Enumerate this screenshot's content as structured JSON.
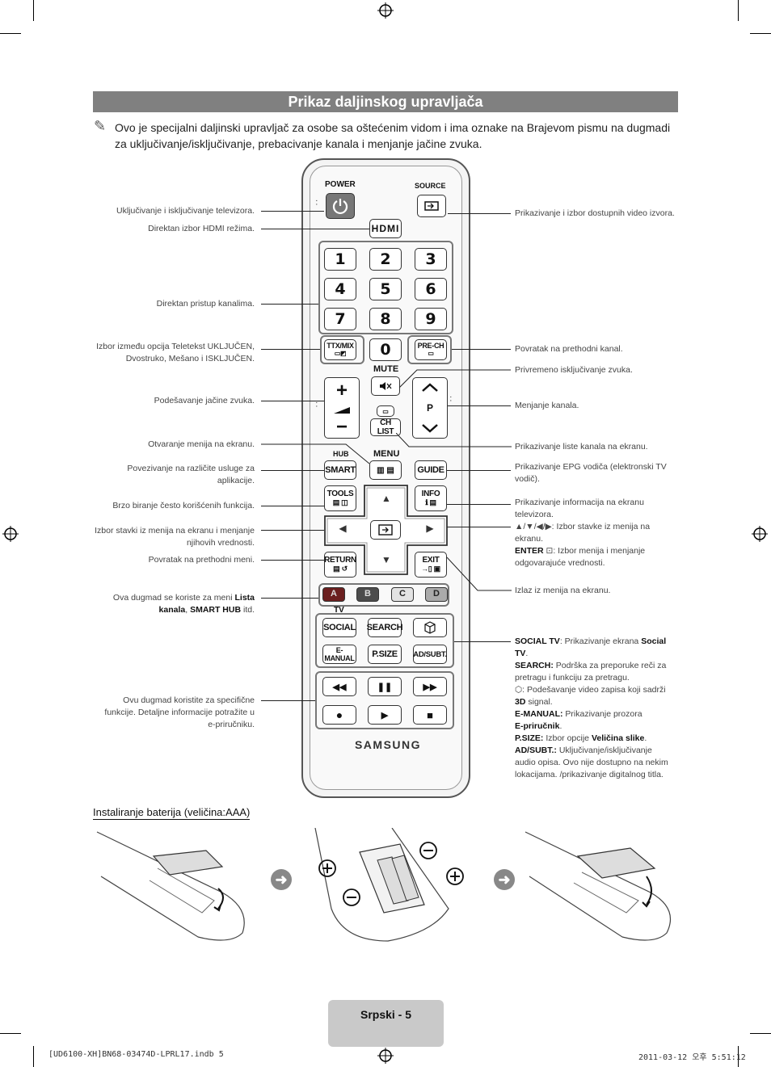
{
  "header": {
    "title": "Prikaz daljinskog upravljača",
    "intro": "Ovo je specijalni daljinski upravljač za osobe sa oštećenim vidom i ima oznake na Brajevom pismu na dugmadi za uključivanje/isključivanje, prebacivanje kanala i menjanje jačine zvuka."
  },
  "remote": {
    "power": "POWER",
    "source": "SOURCE",
    "hdmi": "HDMI",
    "numbers": [
      "1",
      "2",
      "3",
      "4",
      "5",
      "6",
      "7",
      "8",
      "9"
    ],
    "zero": "0",
    "ttx": "TTX/MIX",
    "prech": "PRE-CH",
    "mute": "MUTE",
    "p": "P",
    "chlist": "CH LIST",
    "hub": "HUB",
    "menu": "MENU",
    "smart": "SMART",
    "guide": "GUIDE",
    "tools": "TOOLS",
    "info": "INFO",
    "return": "RETURN",
    "exit": "EXIT",
    "colors": [
      "A",
      "B",
      "C",
      "D"
    ],
    "tv": "TV",
    "social": "SOCIAL",
    "search": "SEARCH",
    "emanual": "E-MANUAL",
    "psize": "P.SIZE",
    "adsubt": "AD/SUBT.",
    "brand": "SAMSUNG"
  },
  "left_labels": {
    "power": "Uključivanje i isključivanje televizora.",
    "hdmi": "Direktan izbor HDMI režima.",
    "channels": "Direktan pristup kanalima.",
    "ttx_1": "Izbor između opcija Teletekst UKLJUČEN,",
    "ttx_2": "Dvostruko, Mešano i ISKLJUČEN.",
    "volume": "Podešavanje jačine zvuka.",
    "menu": "Otvaranje menija na ekranu.",
    "smart_1": "Povezivanje na različite usluge za",
    "smart_2": "aplikacije.",
    "tools": "Brzo biranje često korišćenih funkcija.",
    "nav_1": "Izbor stavki iz menija na ekranu i menjanje",
    "nav_2": "njihovih vrednosti.",
    "return": "Povratak na prethodni meni.",
    "colors_1": "Ova dugmad se koriste za meni",
    "colors_1b": "Lista",
    "colors_2a": "kanala",
    "colors_2b": ",",
    "colors_2c": "SMART HUB",
    "colors_2d": "itd.",
    "media_1": "Ovu dugmad koristite za specifične",
    "media_2": "funkcije. Detaljne informacije potražite u",
    "media_3": "e-priručniku."
  },
  "right_labels": {
    "source": "Prikazivanje i izbor dostupnih video izvora.",
    "prech": "Povratak na prethodni kanal.",
    "mute": "Privremeno isključivanje zvuka.",
    "channel": "Menjanje kanala.",
    "chlist": "Prikazivanje liste kanala na ekranu.",
    "guide_1": "Prikazivanje EPG vodiča (elektronski TV",
    "guide_2": "vodič).",
    "info_1": "Prikazivanje informacija na ekranu",
    "info_2": "televizora.",
    "nav_1": "▲/▼/◀/▶: Izbor stavke iz menija na",
    "nav_2": "ekranu.",
    "nav_3a": "ENTER",
    "nav_3b": ": Izbor menija i menjanje",
    "nav_4": "odgovarajuće vrednosti.",
    "exit": "Izlaz iz menija na ekranu.",
    "social_a": "SOCIAL TV",
    "social_b": ": Prikazivanje ekrana",
    "social_c": "Social",
    "social_d": "TV",
    "search_a": "SEARCH:",
    "search_b": "Podrška za preporuke reči za",
    "search_c": "pretragu i funkciju za pretragu.",
    "3d_a": ": Podešavanje video zapisa koji sadrži",
    "3d_b": "3D",
    "3d_c": "signal.",
    "emanual_a": "E-MANUAL:",
    "emanual_b": "Prikazivanje prozora",
    "emanual_c": "E-priručnik",
    "psize_a": "P.SIZE:",
    "psize_b": "Izbor opcije",
    "psize_c": "Veličina slike",
    "adsubt_a": "AD/SUBT.:",
    "adsubt_b": "Uključivanje/isključivanje",
    "adsubt_c": "audio opisa. Ovo nije dostupno na nekim",
    "adsubt_d": "lokacijama. /prikazivanje digitalnog titla."
  },
  "battery": {
    "heading": "Instaliranje baterija (veličina:AAA)"
  },
  "footer": {
    "page": "Srpski - 5",
    "file": "[UD6100-XH]BN68-03474D-LPRL17.indb   5",
    "date": "2011-03-12   오후 5:51:12"
  }
}
